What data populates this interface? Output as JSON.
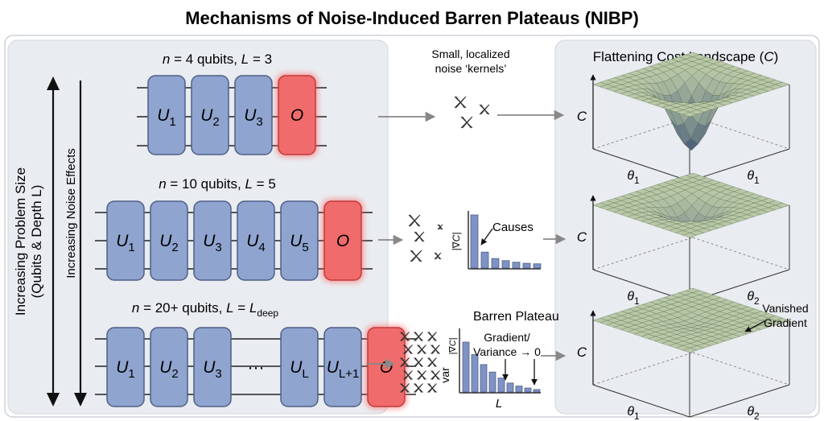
{
  "title": "Mechanisms of Noise-Induced Barren Plateaus (NIBP)",
  "colors": {
    "gate_fill": "#8fa4cf",
    "gate_stroke": "#4f5f86",
    "obs_fill": "#f06b6b",
    "obs_stroke": "#c23a3a",
    "panel_bg": "#e9ecf0",
    "surface_light": "#b9c9a6",
    "surface_dark": "#4d5f7a"
  },
  "left_axis": {
    "outer_label_line1": "Increasing Problem Size",
    "outer_label_line2": "(Qubits & Depth L)",
    "inner_label": "Increasing Noise Effects"
  },
  "rows": [
    {
      "header": "n = 4 qubits, L = 3",
      "gates": [
        "U1",
        "U2",
        "U3"
      ],
      "observable": "O"
    },
    {
      "header": "n = 10 qubits, L = 5",
      "gates": [
        "U1",
        "U2",
        "U3",
        "U4",
        "U5"
      ],
      "observable": "O"
    },
    {
      "header": "n = 20+ qubits, L = L_deep",
      "gates": [
        "U1",
        "U2",
        "U3",
        "···",
        "UL",
        "UL+1"
      ],
      "observable": "O"
    }
  ],
  "middle": {
    "top_caption_line1": "Small, localized",
    "top_caption_line2": "noise ‘kernels’",
    "causes_label": "Causes",
    "grad_axis_label": "|∇C|",
    "barren_title": "Barren Plateau",
    "var_label": "var",
    "grad_variance_line1": "Gradient/",
    "grad_variance_line2": "Variance → 0",
    "L_axis_label": "L",
    "mid_chart_bars": [
      1.0,
      0.3,
      0.18,
      0.14,
      0.11,
      0.09,
      0.08
    ],
    "bottom_chart_bars": [
      1.0,
      0.75,
      0.55,
      0.4,
      0.28,
      0.18,
      0.12,
      0.08,
      0.05
    ]
  },
  "right_panel": {
    "title": "Flattening Cost Landscape (C)",
    "cost_label": "C",
    "vanished_line1": "Vanished",
    "vanished_line2": "Gradient",
    "surfaces": [
      {
        "depth": 1.0,
        "theta_left": "θ1",
        "theta_right": "θ1"
      },
      {
        "depth": 0.45,
        "theta_left": "θ1",
        "theta_right": "θ2"
      },
      {
        "depth": 0.05,
        "theta_left": "θ1",
        "theta_right": "θ2"
      }
    ]
  }
}
